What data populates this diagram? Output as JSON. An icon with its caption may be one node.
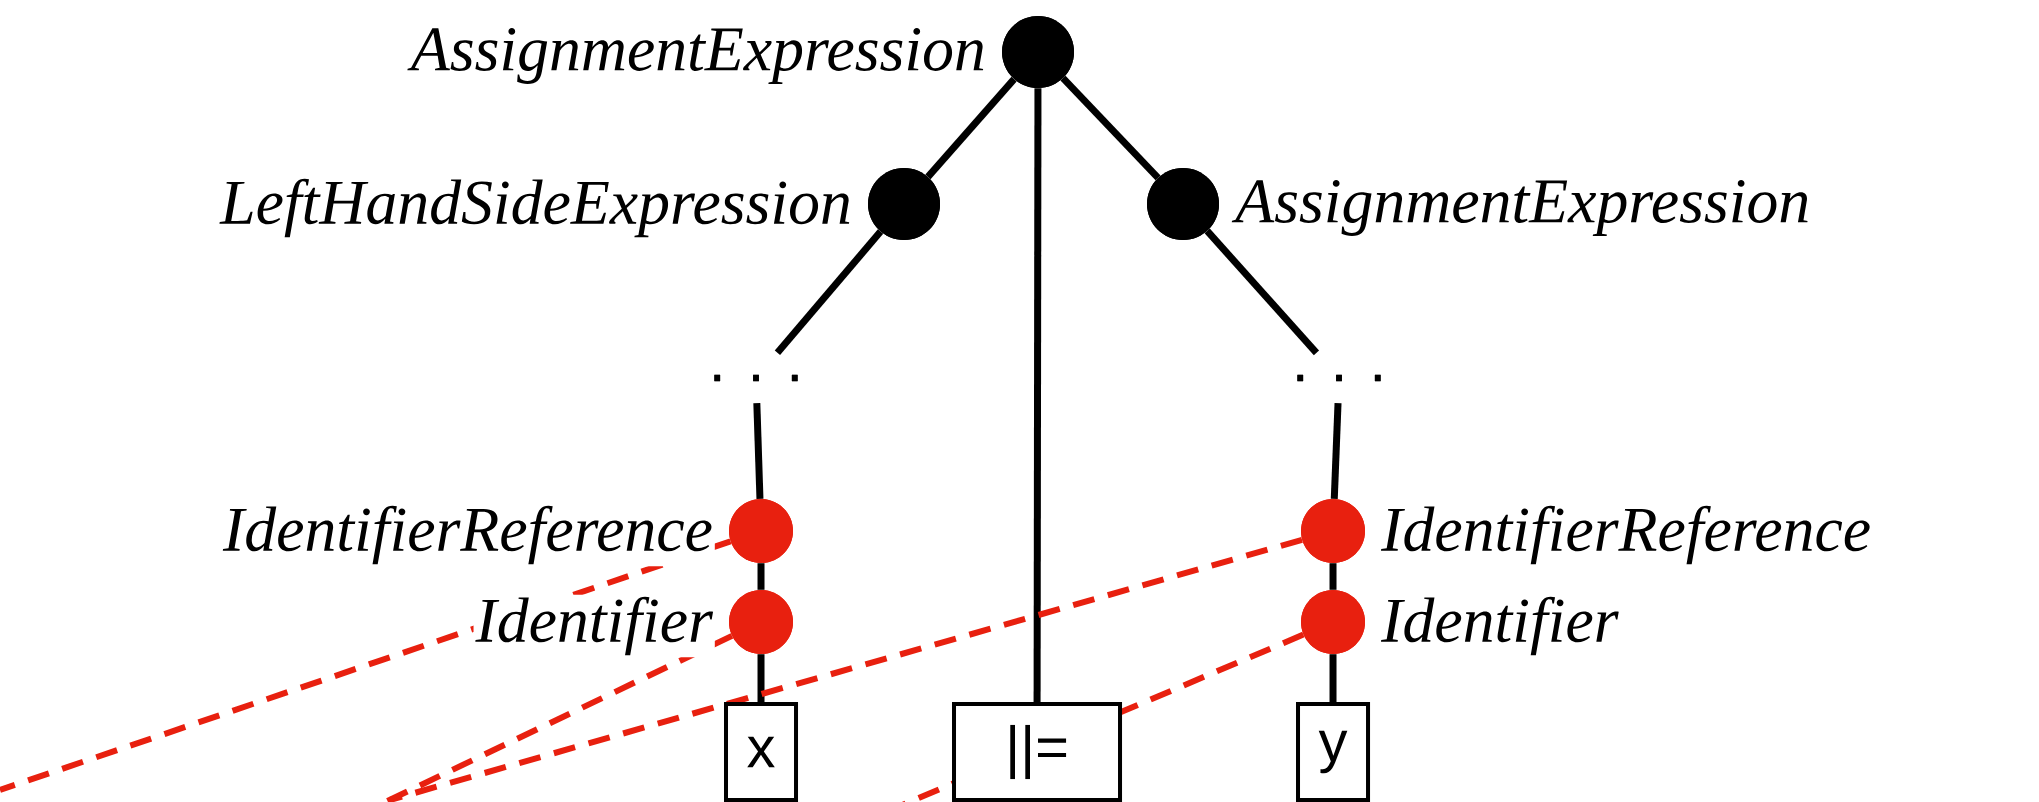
{
  "diagram": {
    "nodes": [
      {
        "text": [
          "AssignmentExpression"
        ]
      },
      {
        "text": [
          "LeftHandSideExpression"
        ]
      },
      {
        "text": [
          "AssignmentExpression"
        ]
      },
      {
        "text": [
          ". . ."
        ]
      },
      {
        "text": [
          ". . ."
        ]
      },
      {
        "text": [
          "IdentifierReference"
        ]
      },
      {
        "text": [
          "Identifier"
        ]
      },
      {
        "text": [
          "x"
        ]
      },
      {
        "text": [
          "||="
        ]
      },
      {
        "text": [
          "IdentifierReference"
        ]
      },
      {
        "text": [
          "Identifier"
        ]
      },
      {
        "text": [
          "y"
        ]
      }
    ],
    "edges": [
      {
        "from": 0,
        "to": 1,
        "arrow": "none"
      },
      {
        "from": 0,
        "to": 8,
        "arrow": "none"
      },
      {
        "from": 0,
        "to": 2,
        "arrow": "none"
      },
      {
        "from": 1,
        "to": 3,
        "arrow": "none"
      },
      {
        "from": 2,
        "to": 4,
        "arrow": "none"
      },
      {
        "from": 3,
        "to": 5,
        "arrow": "none"
      },
      {
        "from": 5,
        "to": 6,
        "arrow": "none"
      },
      {
        "from": 6,
        "to": 7,
        "arrow": "none"
      },
      {
        "from": 4,
        "to": 9,
        "arrow": "none"
      },
      {
        "from": 9,
        "to": 10,
        "arrow": "none"
      },
      {
        "from": 10,
        "to": 11,
        "arrow": "none"
      },
      {
        "from": 5,
        "to": null,
        "arrow": "none",
        "style": "dashed",
        "color": "#e8200f"
      },
      {
        "from": 6,
        "to": null,
        "arrow": "none",
        "style": "dashed",
        "color": "#e8200f"
      },
      {
        "from": 9,
        "to": null,
        "arrow": "none",
        "style": "dashed",
        "color": "#e8200f"
      },
      {
        "from": 10,
        "to": null,
        "arrow": "none",
        "style": "dashed",
        "color": "#e8200f"
      }
    ]
  }
}
